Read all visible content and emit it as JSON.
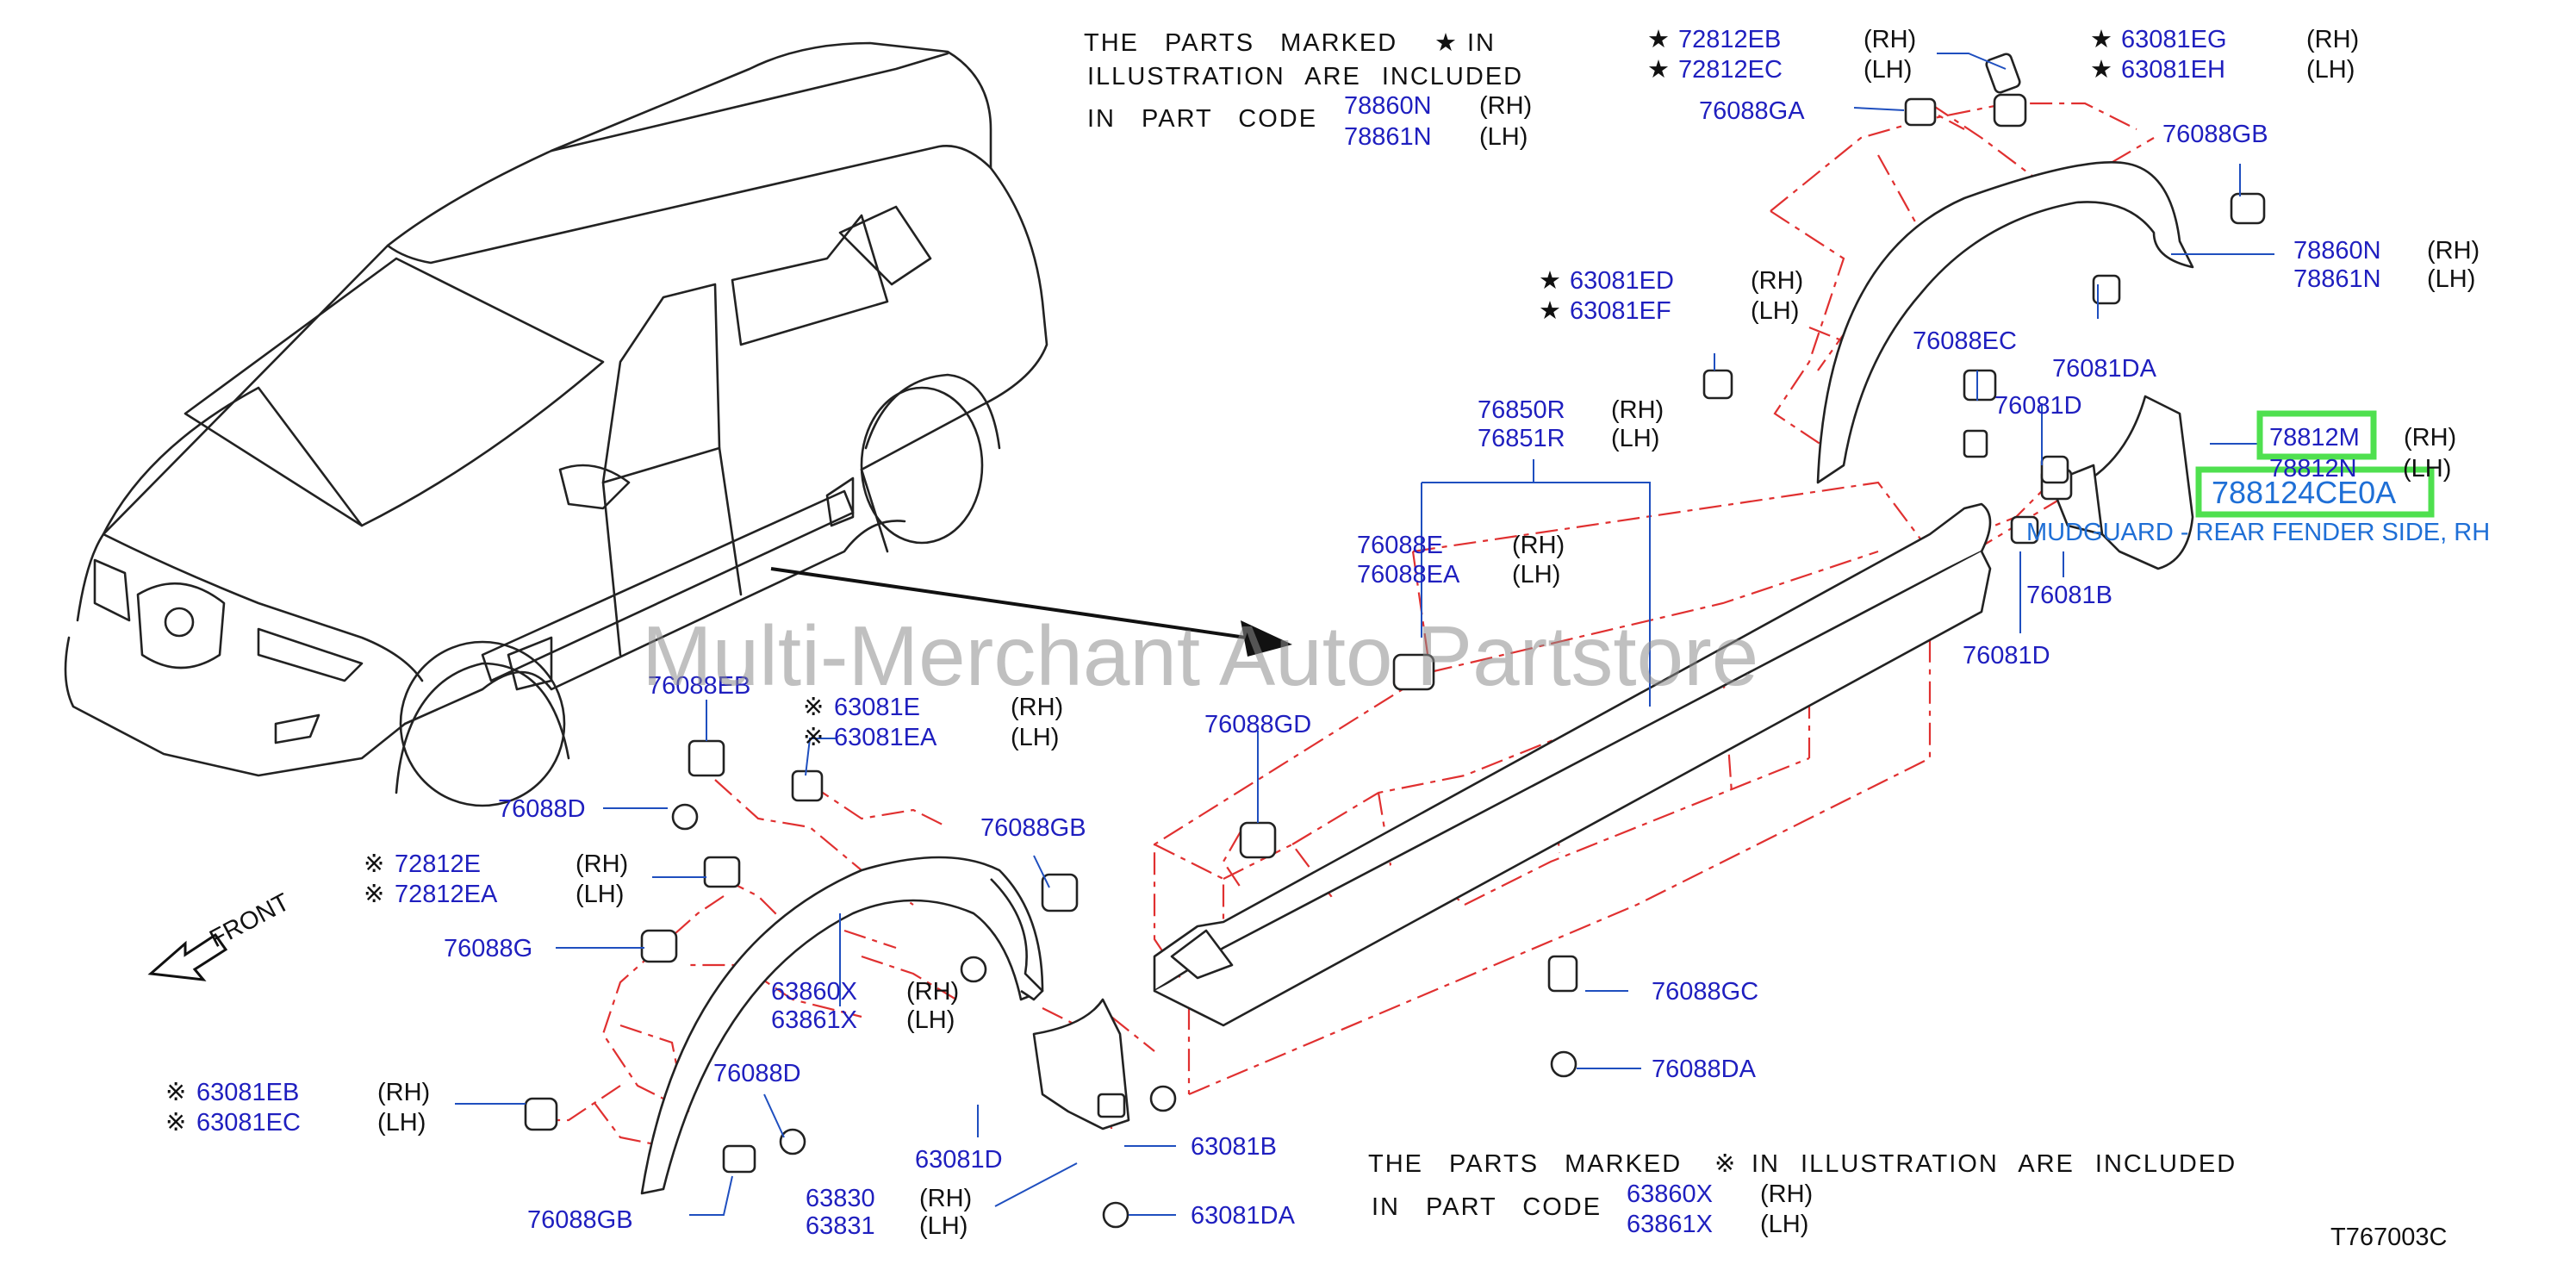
{
  "diagram": {
    "figure_code": "T767003C",
    "watermark": "Multi-Merchant Auto Partstore",
    "front_label": "FRONT",
    "highlight_color": "#4fe04f",
    "label_color": "#1f1fbf",
    "leader_color": "#1f4fbf",
    "guide_color": "#e03030",
    "note_top": {
      "line1": "THE PARTS MARKED",
      "symbol": "★",
      "line1_tail": "IN",
      "line2": "ILLUSTRATION ARE INCLUDED",
      "line3": "IN PART CODE",
      "codes": [
        {
          "code": "78860N",
          "side": "(RH)"
        },
        {
          "code": "78861N",
          "side": "(LH)"
        }
      ]
    },
    "note_bottom": {
      "line1": "THE PARTS MARKED",
      "symbol": "※",
      "line1_tail": "IN ILLUSTRATION ARE INCLUDED",
      "line2": "IN PART CODE",
      "codes": [
        {
          "code": "63860X",
          "side": "(RH)"
        },
        {
          "code": "63861X",
          "side": "(LH)"
        }
      ]
    },
    "highlight": {
      "part": "78812M",
      "part_code": "788124CE0A",
      "description": "MUDGUARD - REAR FENDER SIDE, RH"
    },
    "callouts": [
      {
        "id": "c1",
        "mark": "★",
        "code": "72812EB",
        "side": "(RH)"
      },
      {
        "id": "c2",
        "mark": "★",
        "code": "72812EC",
        "side": "(LH)"
      },
      {
        "id": "c3",
        "mark": "★",
        "code": "63081EG",
        "side": "(RH)"
      },
      {
        "id": "c4",
        "mark": "★",
        "code": "63081EH",
        "side": "(LH)"
      },
      {
        "id": "c5",
        "mark": "",
        "code": "76088GA",
        "side": ""
      },
      {
        "id": "c6",
        "mark": "",
        "code": "76088GB",
        "side": ""
      },
      {
        "id": "c7",
        "mark": "",
        "code": "78860N",
        "side": "(RH)"
      },
      {
        "id": "c8",
        "mark": "",
        "code": "78861N",
        "side": "(LH)"
      },
      {
        "id": "c9",
        "mark": "★",
        "code": "63081ED",
        "side": "(RH)"
      },
      {
        "id": "c10",
        "mark": "★",
        "code": "63081EF",
        "side": "(LH)"
      },
      {
        "id": "c11",
        "mark": "",
        "code": "76088EC",
        "side": ""
      },
      {
        "id": "c12",
        "mark": "",
        "code": "76081DA",
        "side": ""
      },
      {
        "id": "c13",
        "mark": "",
        "code": "76081D",
        "side": ""
      },
      {
        "id": "c14",
        "mark": "",
        "code": "78812N",
        "side": "(LH)"
      },
      {
        "id": "c15",
        "mark": "",
        "code": "76850R",
        "side": "(RH)"
      },
      {
        "id": "c16",
        "mark": "",
        "code": "76851R",
        "side": "(LH)"
      },
      {
        "id": "c17",
        "mark": "",
        "code": "76088E",
        "side": "(RH)"
      },
      {
        "id": "c18",
        "mark": "",
        "code": "76088EA",
        "side": "(LH)"
      },
      {
        "id": "c19",
        "mark": "",
        "code": "76081B",
        "side": ""
      },
      {
        "id": "c20",
        "mark": "",
        "code": "76081D",
        "side": ""
      },
      {
        "id": "c21",
        "mark": "",
        "code": "76088EB",
        "side": ""
      },
      {
        "id": "c22",
        "mark": "※",
        "code": "63081E",
        "side": "(RH)"
      },
      {
        "id": "c23",
        "mark": "※",
        "code": "63081EA",
        "side": "(LH)"
      },
      {
        "id": "c24",
        "mark": "",
        "code": "76088GD",
        "side": ""
      },
      {
        "id": "c25",
        "mark": "",
        "code": "76088D",
        "side": ""
      },
      {
        "id": "c26",
        "mark": "",
        "code": "76088GB",
        "side": ""
      },
      {
        "id": "c27",
        "mark": "※",
        "code": "72812E",
        "side": "(RH)"
      },
      {
        "id": "c28",
        "mark": "※",
        "code": "72812EA",
        "side": "(LH)"
      },
      {
        "id": "c29",
        "mark": "",
        "code": "76088G",
        "side": ""
      },
      {
        "id": "c30",
        "mark": "",
        "code": "63860X",
        "side": "(RH)"
      },
      {
        "id": "c31",
        "mark": "",
        "code": "63861X",
        "side": "(LH)"
      },
      {
        "id": "c32",
        "mark": "",
        "code": "76088GC",
        "side": ""
      },
      {
        "id": "c33",
        "mark": "",
        "code": "76088DA",
        "side": ""
      },
      {
        "id": "c34",
        "mark": "※",
        "code": "63081EB",
        "side": "(RH)"
      },
      {
        "id": "c35",
        "mark": "※",
        "code": "63081EC",
        "side": "(LH)"
      },
      {
        "id": "c36",
        "mark": "",
        "code": "76088D",
        "side": ""
      },
      {
        "id": "c37",
        "mark": "",
        "code": "63081D",
        "side": ""
      },
      {
        "id": "c38",
        "mark": "",
        "code": "63081B",
        "side": ""
      },
      {
        "id": "c39",
        "mark": "",
        "code": "63830",
        "side": "(RH)"
      },
      {
        "id": "c40",
        "mark": "",
        "code": "63831",
        "side": "(LH)"
      },
      {
        "id": "c41",
        "mark": "",
        "code": "63081DA",
        "side": ""
      },
      {
        "id": "c42",
        "mark": "",
        "code": "76088GB",
        "side": ""
      }
    ]
  }
}
